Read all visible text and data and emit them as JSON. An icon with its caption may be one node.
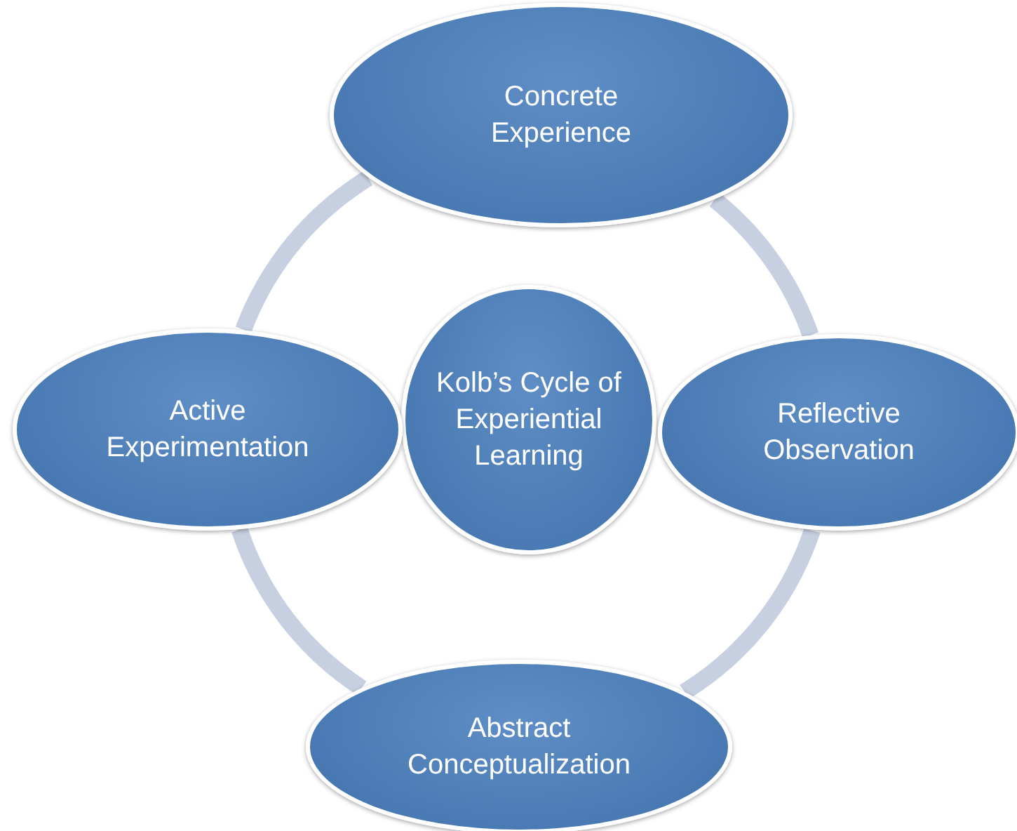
{
  "diagram": {
    "nodes": [
      {
        "text": [
          "Concrete Experience"
        ]
      },
      {
        "text": [
          "Active Experimentation"
        ]
      },
      {
        "text": [
          "Kolb’s Cycle of Experiential Learning"
        ]
      },
      {
        "text": [
          "Reflective Observation"
        ]
      },
      {
        "text": [
          "Abstract Conceptualization"
        ]
      }
    ],
    "edges": [
      {
        "from": 0,
        "to": 3,
        "arrow": "none"
      },
      {
        "from": 3,
        "to": 4,
        "arrow": "none"
      },
      {
        "from": 4,
        "to": 1,
        "arrow": "none"
      },
      {
        "from": 1,
        "to": 0,
        "arrow": "none"
      }
    ]
  }
}
